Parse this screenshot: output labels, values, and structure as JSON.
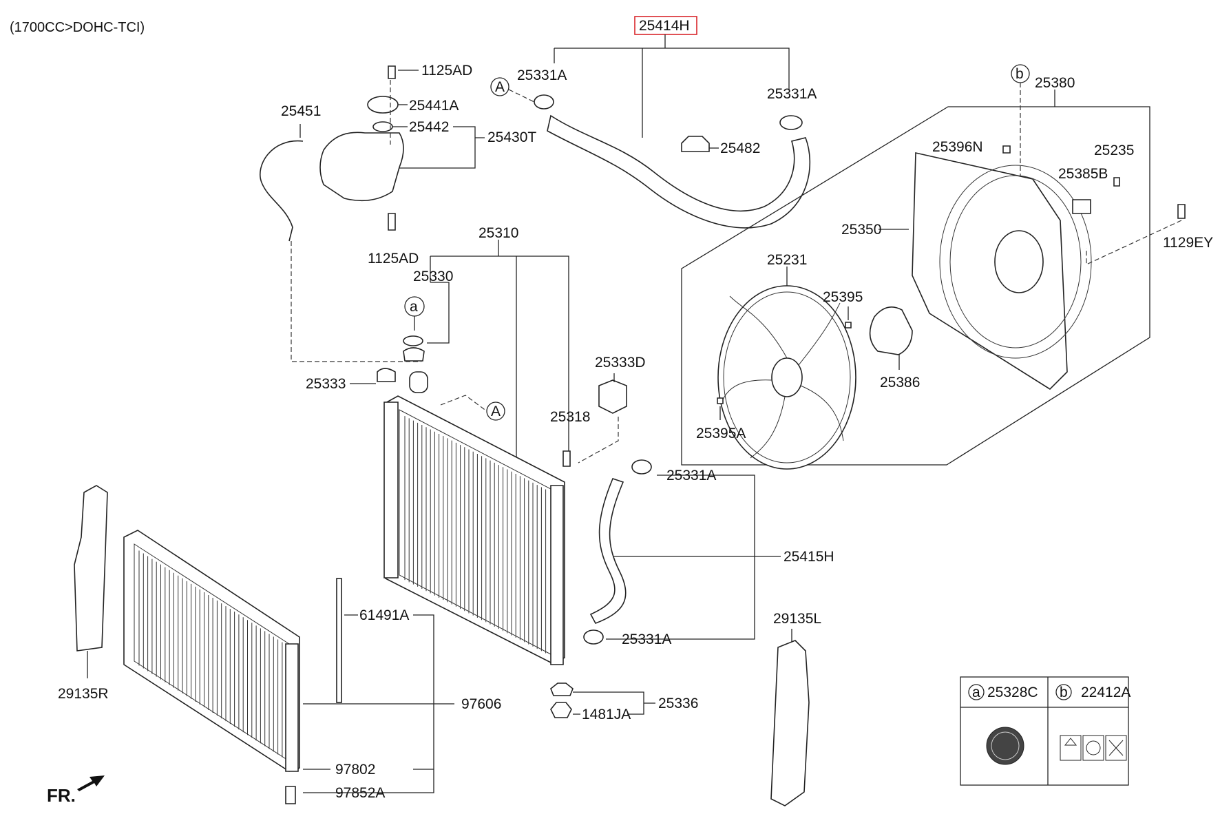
{
  "header": "(1700CC>DOHC-TCI)",
  "labels": {
    "p25414H": "25414H",
    "p25331A_1": "25331A",
    "p25331A_2": "25331A",
    "p25331A_3": "25331A",
    "p25331A_4": "25331A",
    "p25482": "25482",
    "p1125AD_1": "1125AD",
    "p1125AD_2": "1125AD",
    "p25441A": "25441A",
    "p25442": "25442",
    "p25430T": "25430T",
    "p25451": "25451",
    "p25310": "25310",
    "p25330": "25330",
    "p25333": "25333",
    "p25333D": "25333D",
    "p25318": "25318",
    "p25380": "25380",
    "p25396N": "25396N",
    "p25235": "25235",
    "p25385B": "25385B",
    "p25350": "25350",
    "p1129EY": "1129EY",
    "p25231": "25231",
    "p25395": "25395",
    "p25386": "25386",
    "p25395A": "25395A",
    "p25415H": "25415H",
    "p29135R": "29135R",
    "p29135L": "29135L",
    "p61491A": "61491A",
    "p97606": "97606",
    "p97802": "97802",
    "p97852A": "97852A",
    "p25336": "25336",
    "p1481JA": "1481JA"
  },
  "callouts": {
    "a": "a",
    "b": "b",
    "A": "A"
  },
  "legend": {
    "a_letter": "a",
    "a_part": "25328C",
    "b_letter": "b",
    "b_part": "22412A"
  },
  "fr_label": "FR.",
  "highlight_color": "#d9262b"
}
